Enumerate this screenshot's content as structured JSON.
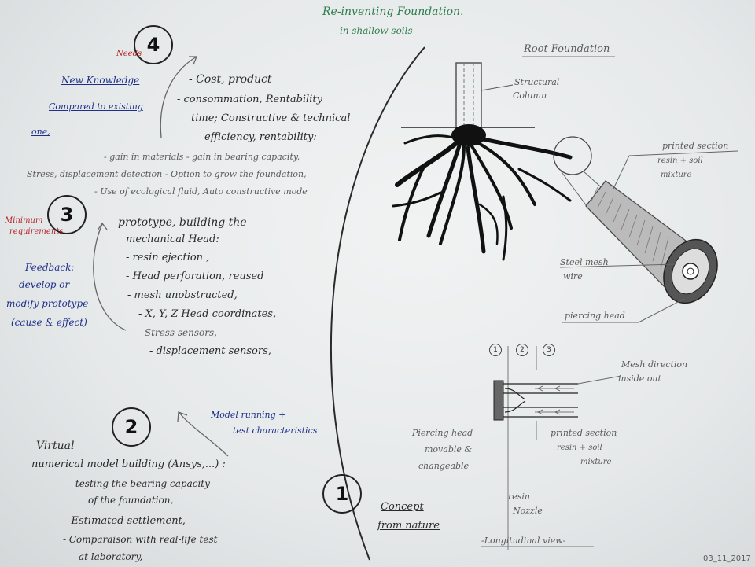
{
  "title": {
    "line1": "Re-inventing Foundation.",
    "line2": "in shallow soils"
  },
  "step4": {
    "number": "4",
    "needs_label": "Needs",
    "new_knowledge": [
      "New Knowledge",
      "Compared to existing",
      "one,"
    ],
    "items": [
      "- Cost, product",
      "- consommation, Rentability",
      "time; Constructive & technical",
      "efficiency, rentability:"
    ],
    "extras": [
      "- gain in materials - gain in bearing capacity,",
      "Stress, displacement detection - Option to grow the foundation,",
      "- Use of ecological fluid, Auto constructive mode"
    ]
  },
  "step3": {
    "number": "3",
    "min_req": [
      "Minimum",
      "requirements"
    ],
    "feedback": [
      "Feedback:",
      "develop or",
      "modify prototype",
      "(cause & effect)"
    ],
    "items": [
      "prototype, building the",
      "mechanical Head:",
      "- resin ejection ,",
      "- Head perforation, reused",
      "- mesh unobstructed,",
      "- X, Y, Z Head coordinates,",
      "- Stress sensors,",
      "- displacement sensors,"
    ]
  },
  "step2": {
    "number": "2",
    "model_running": [
      "Model running +",
      "test characteristics"
    ],
    "items": [
      "Virtual",
      "numerical model building (Ansys,...) :",
      "- testing the bearing capacity",
      "of the foundation,",
      "- Estimated settlement,",
      "- Comparaison with real-life test",
      "at laboratory,"
    ]
  },
  "step1": {
    "number": "1",
    "concept": [
      "Concept",
      "from nature"
    ]
  },
  "root": {
    "heading": "Root Foundation",
    "structural_column": [
      "Structural",
      "Column"
    ],
    "printed_section": [
      "printed section",
      "resin + soil",
      "mixture"
    ],
    "steel_mesh": [
      "Steel mesh",
      "wire"
    ],
    "piercing_head": "piercing head"
  },
  "longitudinal": {
    "phases": [
      "1",
      "2",
      "3"
    ],
    "mesh_direction": [
      "Mesh direction",
      "inside out"
    ],
    "piercing_head": [
      "Piercing head",
      "movable &",
      "changeable"
    ],
    "printed_section": [
      "printed section",
      "resin + soil",
      "mixture"
    ],
    "resin_nozzle": [
      "resin",
      "Nozzle"
    ],
    "view_label": "-Longitudinal view-"
  },
  "date": "03_11_2017",
  "colors": {
    "ink": "#2a2a2a",
    "blue": "#1d2f8a",
    "red": "#b3262b",
    "green": "#2f7d4d",
    "pencil": "#5a5a5a"
  }
}
